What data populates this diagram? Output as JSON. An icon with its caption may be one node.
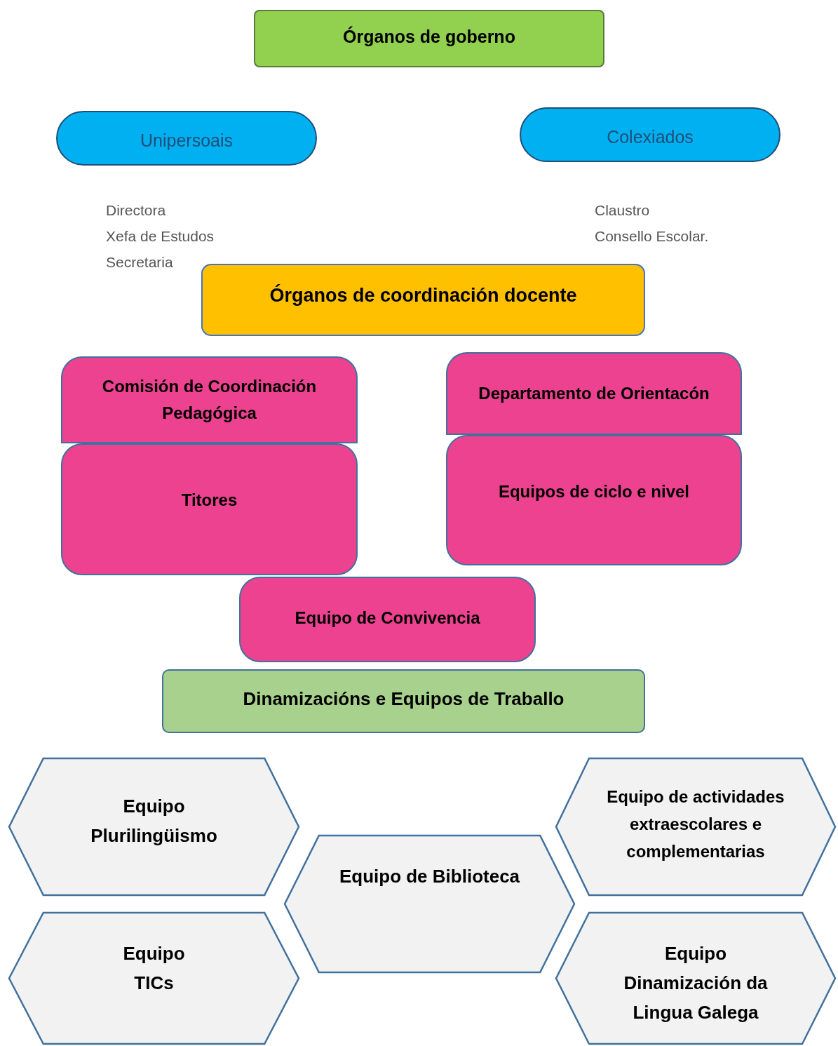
{
  "diagram": {
    "nodes": [
      {
        "text": [
          "Órganos de goberno"
        ]
      },
      {
        "text": [
          "Unipersoais"
        ]
      },
      {
        "text": [
          "Colexiados"
        ]
      },
      {
        "text": [
          "Órganos de coordinación docente"
        ]
      },
      {
        "text": [
          "Comisión de Coordinación Pedagógica"
        ]
      },
      {
        "text": [
          "Departamento de Orientacón"
        ]
      },
      {
        "text": [
          "Titores"
        ]
      },
      {
        "text": [
          "Equipos de ciclo e nivel"
        ]
      },
      {
        "text": [
          "Equipo de Convivencia"
        ]
      },
      {
        "text": [
          "Dinamizacións e Equipos de Traballo"
        ]
      },
      {
        "text": [
          "Equipo Plurilingüismo"
        ]
      },
      {
        "text": [
          "Equipo de actividades extraescolares e complementarias"
        ]
      },
      {
        "text": [
          "Equipo de Biblioteca"
        ]
      },
      {
        "text": [
          "Equipo TICs"
        ]
      },
      {
        "text": [
          "Equipo Dinamización da Lingua Galega"
        ]
      }
    ],
    "edges": [],
    "labels": [
      "Directora",
      "Xefa de Estudos",
      "Secretaria",
      "Claustro",
      "Consello Escolar."
    ]
  }
}
